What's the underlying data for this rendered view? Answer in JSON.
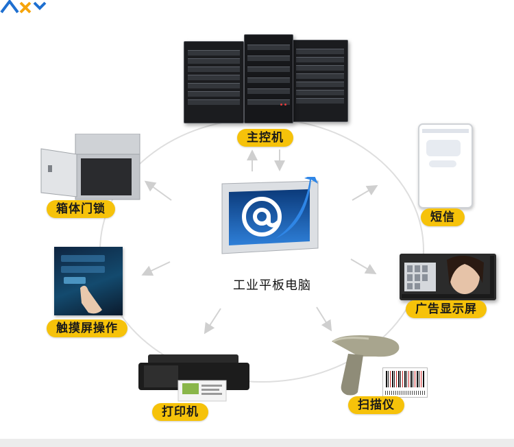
{
  "diagram": {
    "center": {
      "label": "工业平板电脑",
      "icon": "tablet-email-icon"
    },
    "nodes": [
      {
        "id": "host",
        "label": "主控机",
        "icon": "server-rack-icon"
      },
      {
        "id": "sms",
        "label": "短信",
        "icon": "smartphone-icon"
      },
      {
        "id": "ad",
        "label": "广告显示屏",
        "icon": "ad-display-icon"
      },
      {
        "id": "scanner",
        "label": "扫描仪",
        "icon": "barcode-scanner-icon"
      },
      {
        "id": "printer",
        "label": "打印机",
        "icon": "printer-icon"
      },
      {
        "id": "touch",
        "label": "触摸屏操作",
        "icon": "touch-screen-icon"
      },
      {
        "id": "lock",
        "label": "箱体门锁",
        "icon": "locker-door-icon"
      }
    ]
  },
  "colors": {
    "label_bg": "#f6c20a",
    "ring": "#d9d9d9",
    "arrow": "#cfcfcf",
    "accent_blue": "#1e6fd0"
  },
  "logo": {
    "icon": "brand-logo-icon"
  }
}
